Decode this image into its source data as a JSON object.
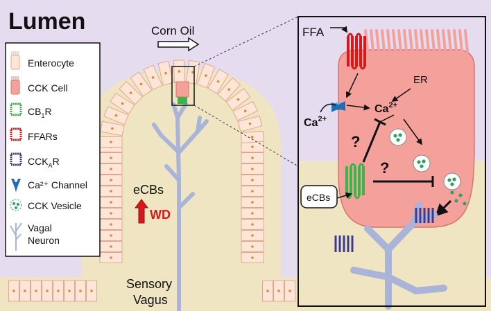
{
  "title": "Lumen",
  "stimulus": "Corn Oil",
  "legend": {
    "items": [
      {
        "label": "Enterocyte",
        "icon": "enterocyte-icon"
      },
      {
        "label": "CCK Cell",
        "icon": "cck-cell-icon"
      },
      {
        "label_main": "CB",
        "label_sub": "1",
        "label_tail": "R",
        "icon": "cb1r-receptor-icon"
      },
      {
        "label": "FFARs",
        "icon": "ffar-receptor-icon"
      },
      {
        "label_main": "CCK",
        "label_sub": "A",
        "label_tail": "R",
        "icon": "ccka-receptor-icon"
      },
      {
        "label": "Ca²⁺ Channel",
        "icon": "calcium-channel-icon"
      },
      {
        "label": "CCK Vesicle",
        "icon": "cck-vesicle-icon"
      },
      {
        "label_line1": "Vagal",
        "label_line2": "Neuron",
        "icon": "vagal-neuron-icon"
      }
    ]
  },
  "villus": {
    "ecbs_label": "eCBs",
    "wd_label": "WD",
    "sensory_line1": "Sensory",
    "sensory_line2": "Vagus"
  },
  "inset": {
    "ffa_label": "FFA",
    "er_label": "ER",
    "ca_inside": "Ca",
    "ca_outside": "Ca",
    "ca_sup": "2+",
    "question_1": "?",
    "question_2": "?",
    "ecbs_box": "eCBs"
  },
  "colors": {
    "lumen_bg": "#e6dcef",
    "tissue_bg": "#efe5c2",
    "enterocyte_fill": "#fde6d7",
    "enterocyte_stroke": "#e2a88a",
    "nucleus": "#e8862a",
    "cck_cell": "#f4a19b",
    "cb1r": "#39b54a",
    "ffar": "#d7191c",
    "ccka": "#3b3a8f",
    "channel": "#1f6fb2",
    "vesicle": "#2e9f5e",
    "neuron": "#a9b4d8",
    "wd_red": "#d7191c"
  }
}
